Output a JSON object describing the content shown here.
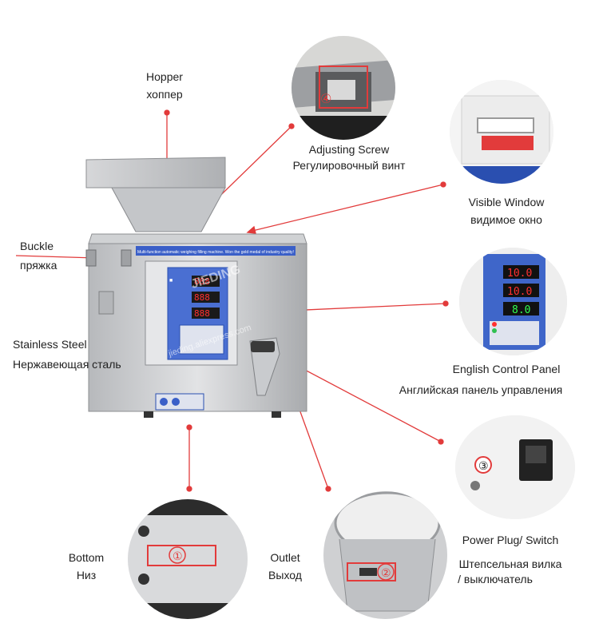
{
  "labels": {
    "hopper": {
      "en": "Hopper",
      "ru": "хоппер"
    },
    "adjusting_screw": {
      "en": "Adjusting Screw",
      "ru": "Регулировочный винт"
    },
    "visible_window": {
      "en": "Visible Window",
      "ru": "видимое окно"
    },
    "buckle": {
      "en": "Buckle",
      "ru": "пряжка"
    },
    "stainless_steel": {
      "en": "Stainless Steel",
      "ru": "Нержавеющая сталь"
    },
    "control_panel": {
      "en": "English Control Panel",
      "ru": "Английская панель управления"
    },
    "bottom": {
      "en": "Bottom",
      "ru": "Низ"
    },
    "outlet": {
      "en": "Outlet",
      "ru": "Выход"
    },
    "power": {
      "en": "Power Plug/ Switch",
      "ru_1": "Штепсельная вилка",
      "ru_2": "/ выключатель"
    }
  },
  "machine": {
    "banner": "Multi-function automatic weighing filling machine.  Won the gold medal of industry quality!",
    "watermark_1": "JIEDING",
    "watermark_2": "jieding.aliexpress.com",
    "display_values": [
      "888",
      "888",
      "888"
    ]
  },
  "details": {
    "panel_displays": [
      "10.0",
      "10.0",
      "8.0"
    ],
    "markers": {
      "screw": "④",
      "bottom": "①",
      "outlet": "②",
      "power": "③"
    }
  },
  "colors": {
    "accent": "#e23b3b",
    "steel": "#c9cbce",
    "panel_blue": "#2a4fb0"
  }
}
